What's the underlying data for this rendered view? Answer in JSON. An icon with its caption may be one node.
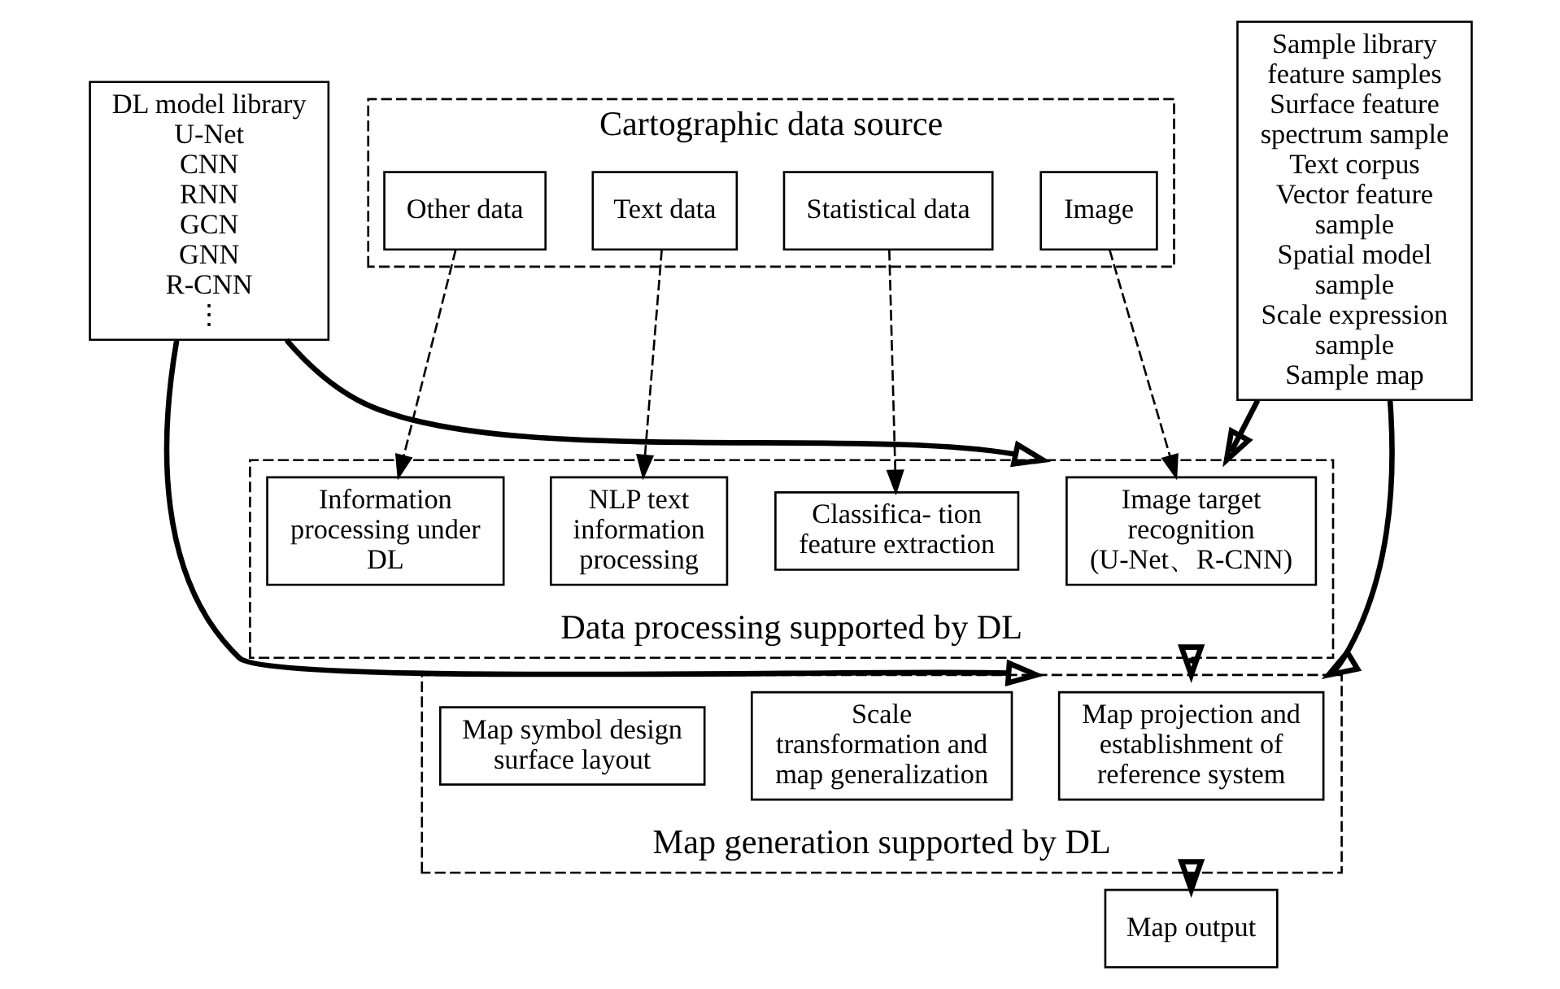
{
  "diagram": {
    "nodes": [
      {
        "text": [
          "DL model library",
          "U-Net",
          "CNN",
          "RNN",
          "GCN",
          "GNN",
          "R-CNN",
          "⋮"
        ]
      },
      {
        "text": [
          "Cartographic data source"
        ]
      },
      {
        "text": [
          "Image"
        ],
        "in": 1
      },
      {
        "text": [
          "Statistical data"
        ],
        "in": 1
      },
      {
        "text": [
          "Text data"
        ],
        "in": 1
      },
      {
        "text": [
          "Other data"
        ],
        "in": 1
      },
      {
        "text": [
          "Data processing supported by DL"
        ]
      },
      {
        "text": [
          "Image target recognition",
          "(U-Net、R-CNN)"
        ],
        "in": 6
      },
      {
        "text": [
          "Classifica- tion feature extraction"
        ],
        "in": 6
      },
      {
        "text": [
          "NLP text information processing"
        ],
        "in": 6
      },
      {
        "text": [
          "Information processing under DL"
        ],
        "in": 6
      },
      {
        "text": [
          "Sample library",
          "feature samples",
          "Surface feature spectrum sample",
          "Text corpus",
          "Vector feature sample",
          "Spatial model sample",
          "Scale expression sample",
          "Sample map"
        ]
      },
      {
        "text": [
          "Map generation supported by DL"
        ]
      },
      {
        "text": [
          "Map projection and establishment of reference system"
        ],
        "in": 12
      },
      {
        "text": [
          "Scale transformation and map generalization"
        ],
        "in": 12
      },
      {
        "text": [
          "Map symbol design surface layout"
        ],
        "in": 12
      },
      {
        "text": [
          "Map output"
        ]
      }
    ],
    "edges": [
      {
        "from": 2,
        "to": 7,
        "arrow": "to",
        "style": "dashed"
      },
      {
        "from": 3,
        "to": 8,
        "arrow": "to",
        "style": "dashed"
      },
      {
        "from": 4,
        "to": 9,
        "arrow": "to",
        "style": "dashed"
      },
      {
        "from": 5,
        "to": 10,
        "arrow": "to",
        "style": "dashed"
      },
      {
        "from": 0,
        "to": 6,
        "arrow": "to"
      },
      {
        "from": 11,
        "to": 6,
        "arrow": "to"
      },
      {
        "from": 6,
        "to": 12,
        "arrow": "to"
      },
      {
        "from": 0,
        "to": 12,
        "arrow": "to"
      },
      {
        "from": 11,
        "to": 12,
        "arrow": "to"
      },
      {
        "from": 12,
        "to": 16,
        "arrow": "to"
      }
    ]
  }
}
